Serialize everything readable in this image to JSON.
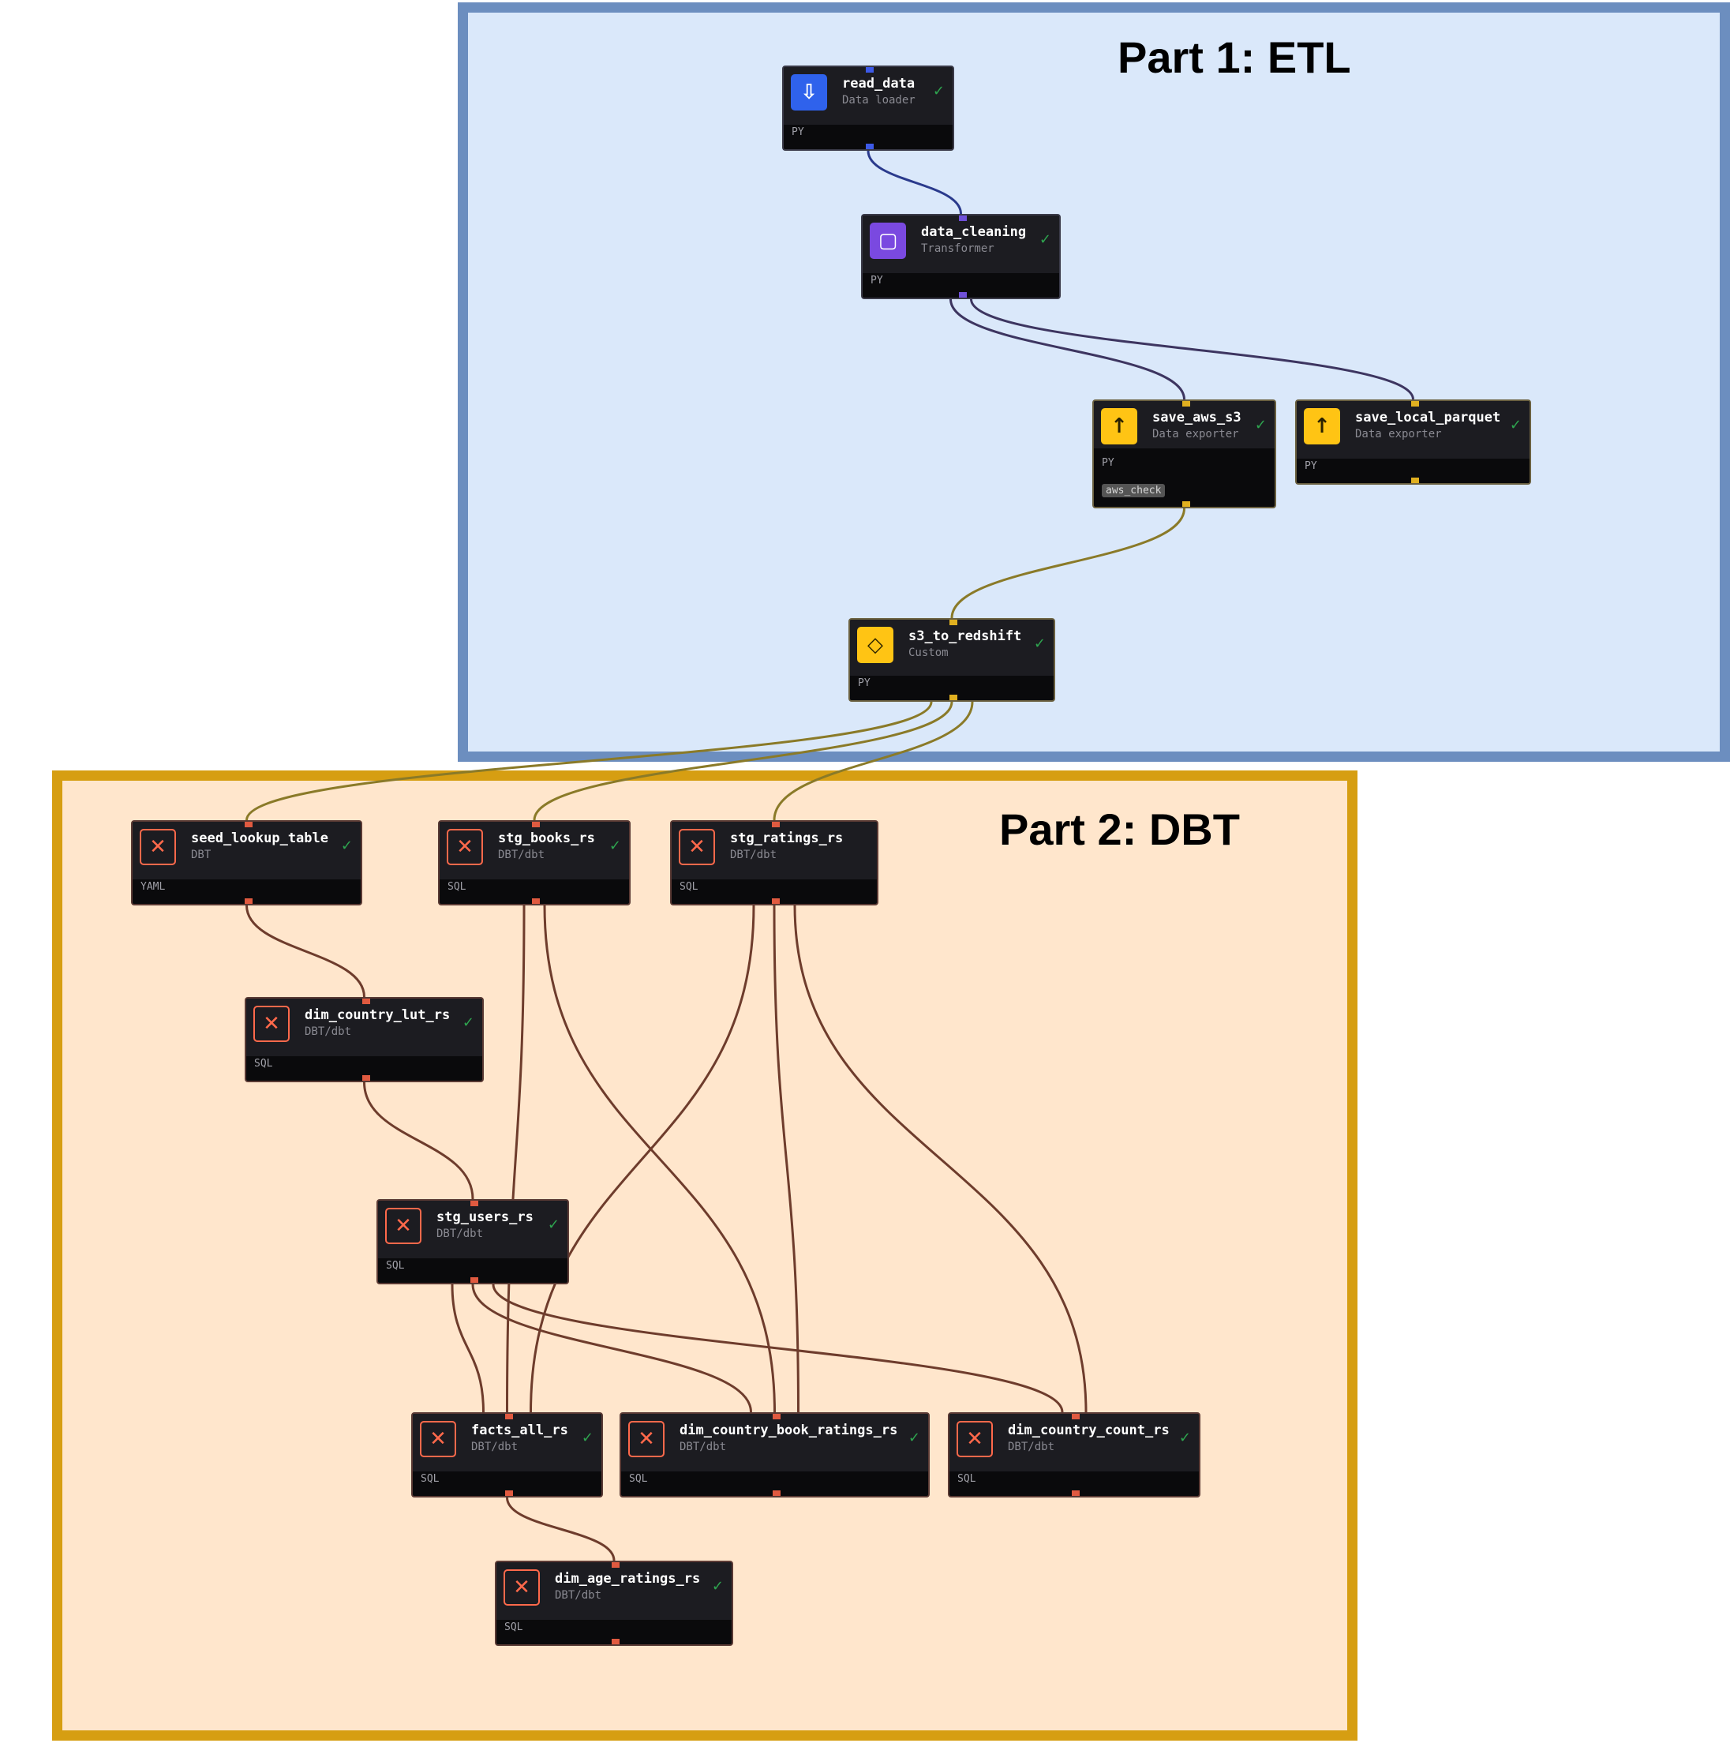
{
  "regions": {
    "etl": {
      "title": "Part 1: ETL",
      "fill": "#dae8fa",
      "border": "#6c8ebf"
    },
    "dbt": {
      "title": "Part 2: DBT",
      "fill": "#ffe6cc",
      "border": "#d69e12"
    }
  },
  "colors": {
    "loader_edge": "#2a3a8c",
    "transformer_edge": "#3d3560",
    "exporter_edge": "#8a7a28",
    "dbt_edge": "#6e3c2c",
    "check": "#2ea44f"
  },
  "nodes": [
    {
      "id": "read_data",
      "name": "read_data",
      "type": "Data loader",
      "lang": "PY",
      "icon": "data-loader-icon",
      "kind": "loader",
      "status": "✓"
    },
    {
      "id": "data_cleaning",
      "name": "data_cleaning",
      "type": "Transformer",
      "lang": "PY",
      "icon": "transformer-icon",
      "kind": "transformer",
      "status": "✓"
    },
    {
      "id": "save_aws_s3",
      "name": "save_aws_s3",
      "type": "Data exporter",
      "lang": "PY",
      "tag": "aws_check",
      "icon": "data-exporter-icon",
      "kind": "exporter",
      "status": "✓"
    },
    {
      "id": "save_local_parquet",
      "name": "save_local_parquet",
      "type": "Data exporter",
      "lang": "PY",
      "icon": "data-exporter-icon",
      "kind": "exporter",
      "status": "✓"
    },
    {
      "id": "s3_to_redshift",
      "name": "s3_to_redshift",
      "type": "Custom",
      "lang": "PY",
      "icon": "custom-block-icon",
      "kind": "custom",
      "status": "✓"
    },
    {
      "id": "seed_lookup_table",
      "name": "seed_lookup_table",
      "type": "DBT",
      "lang": "YAML",
      "icon": "dbt-icon",
      "kind": "dbt",
      "status": "✓"
    },
    {
      "id": "stg_books_rs",
      "name": "stg_books_rs",
      "type": "DBT/dbt",
      "lang": "SQL",
      "icon": "dbt-icon",
      "kind": "dbt",
      "status": "✓"
    },
    {
      "id": "stg_ratings_rs",
      "name": "stg_ratings_rs",
      "type": "DBT/dbt",
      "lang": "SQL",
      "icon": "dbt-icon",
      "kind": "dbt",
      "status": ""
    },
    {
      "id": "dim_country_lut_rs",
      "name": "dim_country_lut_rs",
      "type": "DBT/dbt",
      "lang": "SQL",
      "icon": "dbt-icon",
      "kind": "dbt",
      "status": "✓"
    },
    {
      "id": "stg_users_rs",
      "name": "stg_users_rs",
      "type": "DBT/dbt",
      "lang": "SQL",
      "icon": "dbt-icon",
      "kind": "dbt",
      "status": "✓"
    },
    {
      "id": "facts_all_rs",
      "name": "facts_all_rs",
      "type": "DBT/dbt",
      "lang": "SQL",
      "icon": "dbt-icon",
      "kind": "dbt",
      "status": "✓"
    },
    {
      "id": "dim_country_book_ratings_rs",
      "name": "dim_country_book_ratings_rs",
      "type": "DBT/dbt",
      "lang": "SQL",
      "icon": "dbt-icon",
      "kind": "dbt",
      "status": "✓"
    },
    {
      "id": "dim_country_count_rs",
      "name": "dim_country_count_rs",
      "type": "DBT/dbt",
      "lang": "SQL",
      "icon": "dbt-icon",
      "kind": "dbt",
      "status": "✓"
    },
    {
      "id": "dim_age_ratings_rs",
      "name": "dim_age_ratings_rs",
      "type": "DBT/dbt",
      "lang": "SQL",
      "icon": "dbt-icon",
      "kind": "dbt",
      "status": "✓"
    }
  ],
  "edges": [
    {
      "from": "read_data",
      "to": "data_cleaning",
      "kind": "loader"
    },
    {
      "from": "data_cleaning",
      "to": "save_aws_s3",
      "kind": "transformer"
    },
    {
      "from": "data_cleaning",
      "to": "save_local_parquet",
      "kind": "transformer"
    },
    {
      "from": "save_aws_s3",
      "to": "s3_to_redshift",
      "kind": "exporter"
    },
    {
      "from": "s3_to_redshift",
      "to": "seed_lookup_table",
      "kind": "exporter"
    },
    {
      "from": "s3_to_redshift",
      "to": "stg_books_rs",
      "kind": "exporter"
    },
    {
      "from": "s3_to_redshift",
      "to": "stg_ratings_rs",
      "kind": "exporter"
    },
    {
      "from": "seed_lookup_table",
      "to": "dim_country_lut_rs",
      "kind": "dbt"
    },
    {
      "from": "dim_country_lut_rs",
      "to": "stg_users_rs",
      "kind": "dbt"
    },
    {
      "from": "stg_users_rs",
      "to": "facts_all_rs",
      "kind": "dbt"
    },
    {
      "from": "stg_users_rs",
      "to": "dim_country_book_ratings_rs",
      "kind": "dbt"
    },
    {
      "from": "stg_users_rs",
      "to": "dim_country_count_rs",
      "kind": "dbt"
    },
    {
      "from": "stg_books_rs",
      "to": "facts_all_rs",
      "kind": "dbt"
    },
    {
      "from": "stg_books_rs",
      "to": "dim_country_book_ratings_rs",
      "kind": "dbt"
    },
    {
      "from": "stg_ratings_rs",
      "to": "facts_all_rs",
      "kind": "dbt"
    },
    {
      "from": "stg_ratings_rs",
      "to": "dim_country_book_ratings_rs",
      "kind": "dbt"
    },
    {
      "from": "stg_ratings_rs",
      "to": "dim_country_count_rs",
      "kind": "dbt"
    },
    {
      "from": "facts_all_rs",
      "to": "dim_age_ratings_rs",
      "kind": "dbt"
    }
  ]
}
